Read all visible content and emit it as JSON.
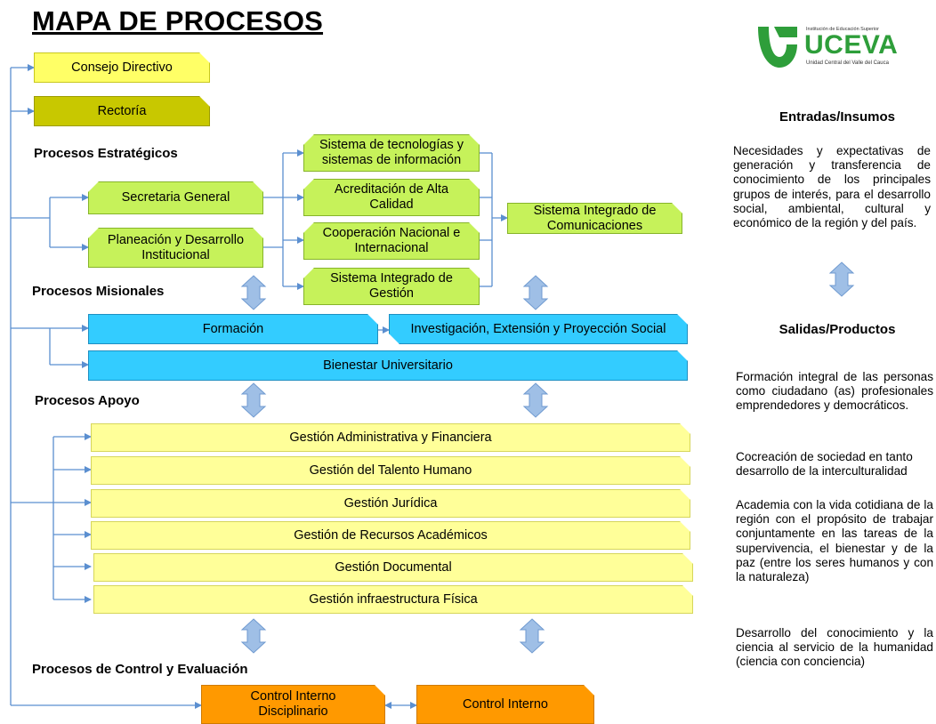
{
  "title": "MAPA DE PROCESOS",
  "logo": {
    "top_text": "Institución de Educación Superior",
    "name": "UCEVA",
    "subtitle": "Unidad Central del Valle del Cauca",
    "color": "#2e9e3a"
  },
  "top": {
    "consejo": "Consejo Directivo",
    "rectoria": "Rectoría"
  },
  "sections": {
    "estrategicos": "Procesos Estratégicos",
    "misionales": "Procesos Misionales",
    "apoyo": "Procesos Apoyo",
    "control": "Procesos de Control y Evaluación"
  },
  "estrategicos": {
    "secretaria": "Secretaria General",
    "planeacion": "Planeación y Desarrollo Institucional",
    "tecnologias": "Sistema de tecnologías  y sistemas de información",
    "acreditacion": "Acreditación de Alta Calidad",
    "cooperacion": "Cooperación Nacional e Internacional",
    "sig": "Sistema Integrado de Gestión",
    "comunicaciones": "Sistema Integrado de Comunicaciones"
  },
  "misionales": {
    "formacion": "Formación",
    "investigacion": "Investigación, Extensión y Proyección Social",
    "bienestar": "Bienestar Universitario"
  },
  "apoyo": [
    "Gestión Administrativa y Financiera",
    "Gestión del Talento Humano",
    "Gestión Jurídica",
    "Gestión de Recursos Académicos",
    "Gestión Documental",
    "Gestión infraestructura Física"
  ],
  "control": {
    "disciplinario": "Control Interno Disciplinario",
    "interno": "Control Interno"
  },
  "right": {
    "entradas_title": "Entradas/Insumos",
    "entradas_text": "Necesidades y expectativas de generación y transferencia de conocimiento de los principales grupos de interés, para el desarrollo social, ambiental, cultural y económico de la región y del país.",
    "salidas_title": "Salidas/Productos",
    "salidas": [
      "Formación integral de las personas como ciudadano (as) profesionales emprendedores y democráticos.",
      "Cocreación de sociedad en tanto desarrollo de la interculturalidad",
      "Academia con la vida cotidiana de la región con el propósito de trabajar conjuntamente en las tareas de la supervivencia, el bienestar y de la paz (entre los seres humanos y con la naturaleza)",
      "Desarrollo del conocimiento y la ciencia al servicio de la humanidad (ciencia con conciencia)"
    ]
  },
  "colors": {
    "connector": "#5b8fd0",
    "arrow_fill": "#9fbfe6",
    "yellow": "#ffff66",
    "olive": "#c8c800",
    "green": "#c6f25a",
    "blue": "#33ccff",
    "light_yellow": "#ffff99",
    "orange": "#ff9900"
  }
}
